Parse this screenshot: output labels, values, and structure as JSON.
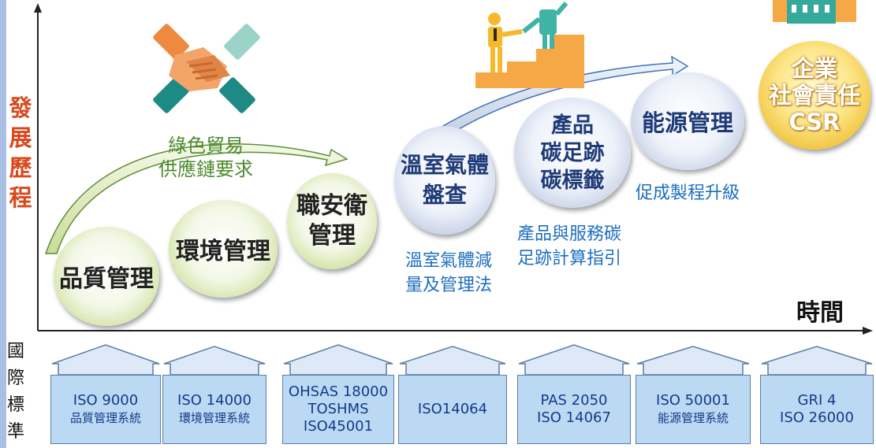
{
  "axes": {
    "y_label": [
      "發",
      "展",
      "歷",
      "程"
    ],
    "x_label": "時間",
    "bottom_label": [
      "國",
      "際",
      "標",
      "準"
    ]
  },
  "stages": [
    {
      "name": "品質管理"
    },
    {
      "name": "環境管理"
    },
    {
      "name": "職安衛管理",
      "lines": [
        "職安衛",
        "管理"
      ]
    },
    {
      "name": "溫室氣體盤查",
      "lines": [
        "溫室氣體",
        "盤查"
      ]
    },
    {
      "name": "產品碳足跡碳標籤",
      "lines": [
        "產品",
        "碳足跡",
        "碳標籤"
      ]
    },
    {
      "name": "能源管理"
    },
    {
      "name": "企業社會責任CSR",
      "lines": [
        "企業",
        "社會責任",
        "CSR"
      ]
    }
  ],
  "annotations": {
    "green_trade": [
      "綠色貿易",
      "供應鏈要求"
    ],
    "ghg_method": [
      "溫室氣體減",
      "量及管理法"
    ],
    "carbon_guide": [
      "產品與服務碳",
      "足跡計算指引"
    ],
    "process_upgrade": "促成製程升級"
  },
  "standards": [
    {
      "lines": [
        "ISO 9000"
      ],
      "sub": "品質管理系統"
    },
    {
      "lines": [
        "ISO 14000"
      ],
      "sub": "環境管理系統"
    },
    {
      "lines": [
        "OHSAS 18000",
        "TOSHMS",
        "ISO45001"
      ],
      "sub": ""
    },
    {
      "lines": [
        "ISO14064"
      ],
      "sub": ""
    },
    {
      "lines": [
        "PAS 2050",
        "ISO 14067"
      ],
      "sub": ""
    },
    {
      "lines": [
        "ISO 50001"
      ],
      "sub": "能源管理系統"
    },
    {
      "lines": [
        "GRI 4",
        "ISO 26000"
      ],
      "sub": ""
    }
  ],
  "icons": [
    "handshake-icon",
    "climbing-stairs-icon",
    "buildings-icon"
  ],
  "colors": {
    "green_text": "#4d8a2c",
    "blue_text": "#1e6fbf",
    "axis_label": "#d9481c",
    "standard_box": "#bcd9f3",
    "csr_gold": "#f0c23a"
  }
}
